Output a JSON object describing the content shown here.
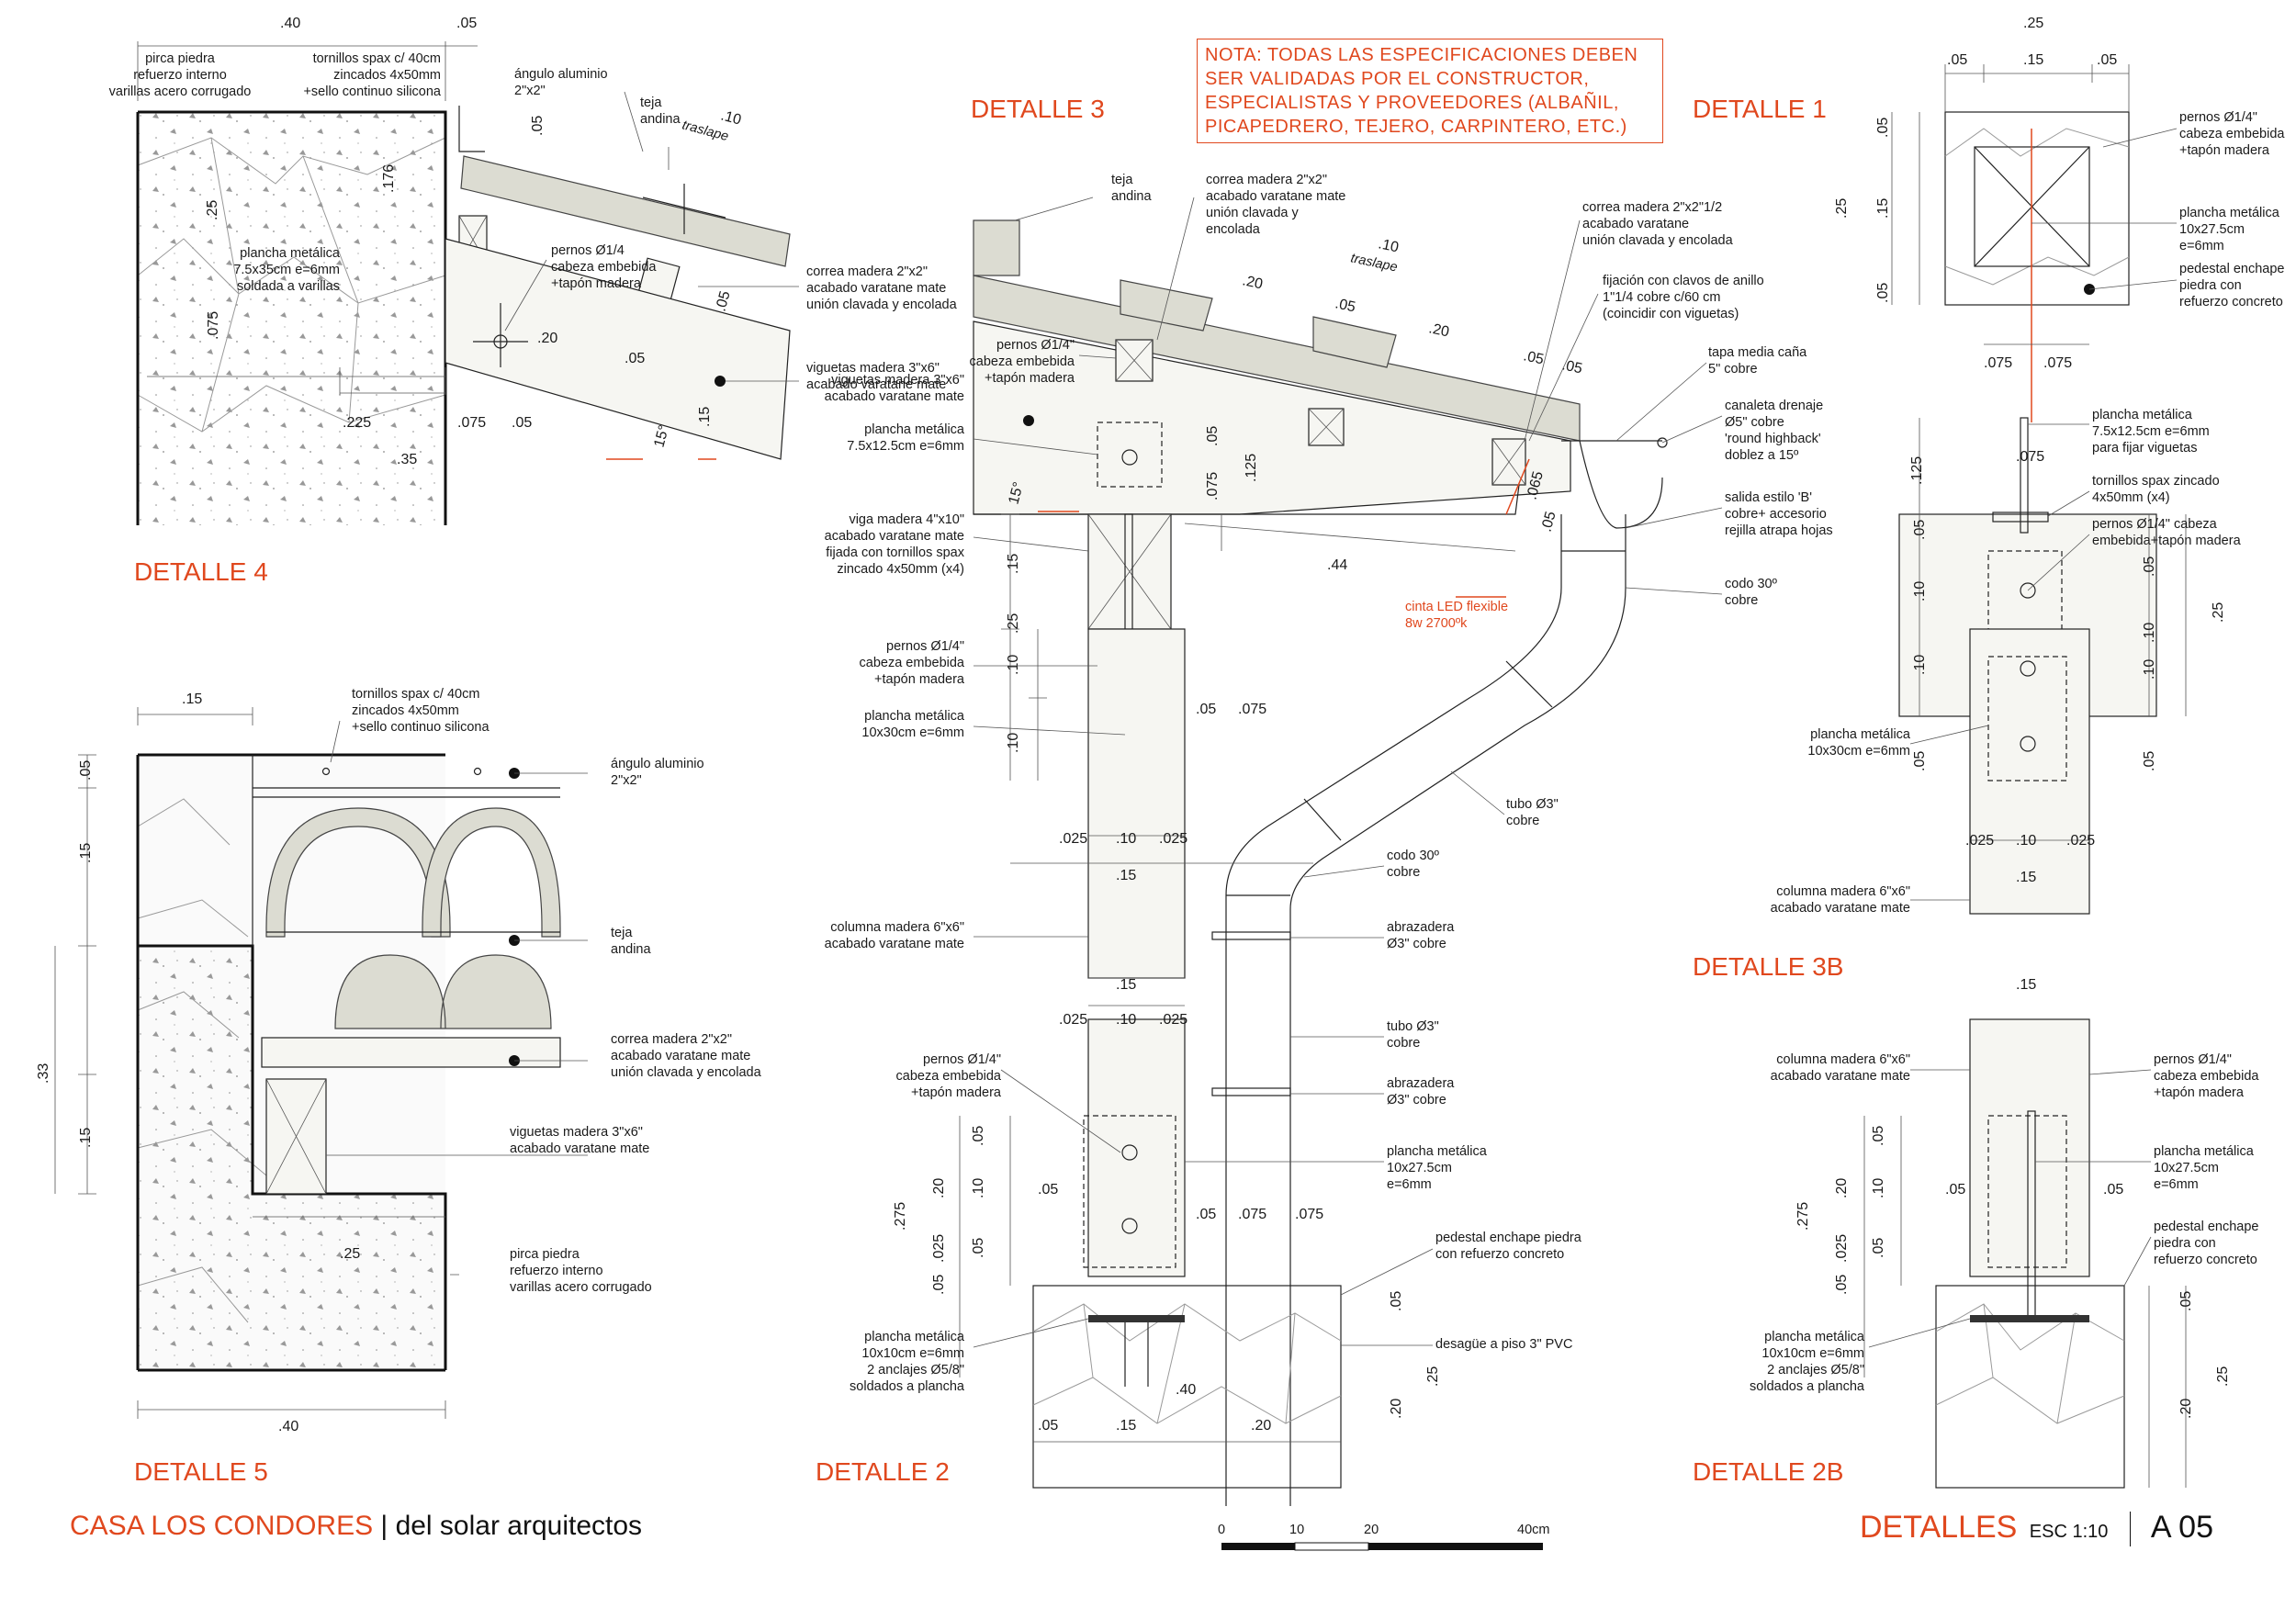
{
  "note": [
    "NOTA: TODAS LAS ESPECIFICACIONES DEBEN",
    "SER VALIDADAS POR EL CONSTRUCTOR,",
    "ESPECIALISTAS Y PROVEEDORES  (ALBAÑIL,",
    "PICAPEDRERO, TEJERO, CARPINTERO, ETC.)"
  ],
  "titles": {
    "d1": "DETALLE 1",
    "d2": "DETALLE 2",
    "d2b": "DETALLE 2B",
    "d3": "DETALLE 3",
    "d3b": "DETALLE 3B",
    "d4": "DETALLE 4",
    "d5": "DETALLE 5"
  },
  "footer": {
    "project": "CASA LOS CONDORES",
    "sep": " | ",
    "office": "del solar  arquitectos",
    "sheet_title": "DETALLES",
    "scale": "ESC 1:10",
    "sheet_number": "A 05"
  },
  "scale_bar": [
    "0",
    "10",
    "20",
    "40cm"
  ],
  "labels": {
    "pirca": [
      "pirca piedra",
      "refuerzo interno",
      "varillas acero corrugado"
    ],
    "tornillos_silicona": [
      "tornillos spax c/ 40cm",
      "zincados 4x50mm",
      "+sello continuo silicona"
    ],
    "angulo": [
      "ángulo aluminio",
      "2\"x2\""
    ],
    "teja": [
      "teja",
      "andina"
    ],
    "traslape": "traslape",
    "pernos_d4": [
      "pernos Ø1/4",
      "cabeza embebida",
      "+tapón madera"
    ],
    "plancha_d4": [
      "plancha metálica",
      "7.5x35cm e=6mm",
      "soldada a varillas"
    ],
    "correa_d4": [
      "correa madera 2\"x2\"",
      "acabado varatane mate",
      "unión clavada y encolada"
    ],
    "viguetas_d4": [
      "viguetas madera 3\"x6\"",
      "acabado varatane mate"
    ],
    "correa_d3": [
      "correa madera 2\"x2\"",
      "acabado varatane mate",
      "unión clavada y",
      "encolada"
    ],
    "correa_212": [
      "correa madera 2\"x2\"1/2",
      "acabado varatane",
      "unión clavada y encolada"
    ],
    "fijacion": [
      "fijación con clavos de anillo",
      "1\"1/4 cobre c/60 cm",
      "(coincidir con viguetas)"
    ],
    "tapa": [
      "tapa media caña",
      "5\" cobre"
    ],
    "canaleta": [
      "canaleta drenaje",
      "Ø5\" cobre",
      "'round highback'",
      "doblez a 15º"
    ],
    "salida": [
      "salida estilo 'B'",
      "cobre+ accesorio",
      "rejilla atrapa hojas"
    ],
    "codo1": [
      "codo 30º",
      "cobre"
    ],
    "led": [
      "cinta LED flexible",
      "8w 2700ºk"
    ],
    "tubo": [
      "tubo Ø3\"",
      "cobre"
    ],
    "codo2": [
      "codo 30º",
      "cobre"
    ],
    "abrazadera": [
      "abrazadera",
      "Ø3\" cobre"
    ],
    "pernos_d3": [
      "pernos Ø1/4\"",
      "cabeza embebida",
      "+tapón madera"
    ],
    "plancha_d3": [
      "plancha metálica",
      "7.5x12.5cm e=6mm"
    ],
    "viga": [
      "viga madera 4\"x10\"",
      "acabado varatane mate",
      "fijada con tornillos spax",
      "zincado 4x50mm (x4)"
    ],
    "pernos_14": [
      "pernos Ø1/4\"",
      "cabeza embebida",
      "+tapón madera"
    ],
    "plancha_10x30": [
      "plancha metálica",
      "10x30cm e=6mm"
    ],
    "columna": [
      "columna madera 6\"x6\"",
      "acabado varatane mate"
    ],
    "plancha_10x27": [
      "plancha metálica",
      "10x27.5cm",
      "e=6mm"
    ],
    "pedestal": [
      "pedestal enchape piedra",
      "con refuerzo concreto"
    ],
    "pedestal_d1": [
      "pedestal enchape",
      "piedra con",
      "refuerzo concreto"
    ],
    "desague": "desagüe a piso 3\" PVC",
    "plancha_10x10": [
      "plancha metálica",
      "10x10cm e=6mm",
      "2 anclajes Ø5/8\"",
      "soldados a plancha"
    ],
    "plancha_3b": [
      "plancha metálica",
      "7.5x12.5cm e=6mm",
      "para fijar viguetas"
    ],
    "tornillos_3b": [
      "tornillos spax zincado",
      "4x50mm (x4)"
    ],
    "pernos_3b": [
      "pernos Ø1/4\" cabeza",
      "embebida+tapón madera"
    ],
    "pernos_d1": [
      "pernos Ø1/4\"",
      "cabeza embebida",
      "+tapón madera"
    ],
    "plancha_d1": [
      "plancha metálica",
      "10x27.5cm",
      "e=6mm"
    ]
  },
  "dims": {
    "d4": [
      ".40",
      ".05",
      ".176",
      ".25",
      ".075",
      ".225",
      ".075",
      ".05",
      ".35",
      ".05",
      ".20",
      ".05",
      ".15",
      "15°",
      ".05"
    ],
    "d5": [
      ".15",
      ".05",
      ".15",
      ".33",
      ".15",
      ".25",
      ".40"
    ],
    "d3": [
      ".10",
      ".20",
      ".05",
      ".20",
      ".05",
      ".05",
      ".065",
      ".05",
      ".44",
      ".05",
      ".075",
      ".125",
      "15°",
      ".15",
      ".25",
      ".10",
      ".10",
      ".05",
      ".075",
      ".025",
      ".10",
      ".025",
      ".15"
    ],
    "d2": [
      ".15",
      ".025",
      ".10",
      ".025",
      ".05",
      ".10",
      ".05",
      ".20",
      ".275",
      ".05",
      ".025",
      ".05",
      ".05",
      ".075",
      ".075",
      ".05",
      ".20",
      ".25",
      ".40",
      ".05",
      ".15",
      ".20"
    ],
    "d1": [
      ".25",
      ".05",
      ".15",
      ".05",
      ".05",
      ".15",
      ".05",
      ".25",
      ".075",
      ".075"
    ],
    "d3b": [
      ".125",
      ".075",
      ".05",
      ".10",
      ".10",
      ".05",
      ".10",
      ".10",
      ".05",
      ".25",
      ".025",
      ".10",
      ".025",
      ".15"
    ],
    "d2b": [
      ".15",
      ".05",
      ".10",
      ".05",
      ".20",
      ".275",
      ".05",
      ".025",
      ".05",
      ".05",
      ".20",
      ".25"
    ]
  }
}
